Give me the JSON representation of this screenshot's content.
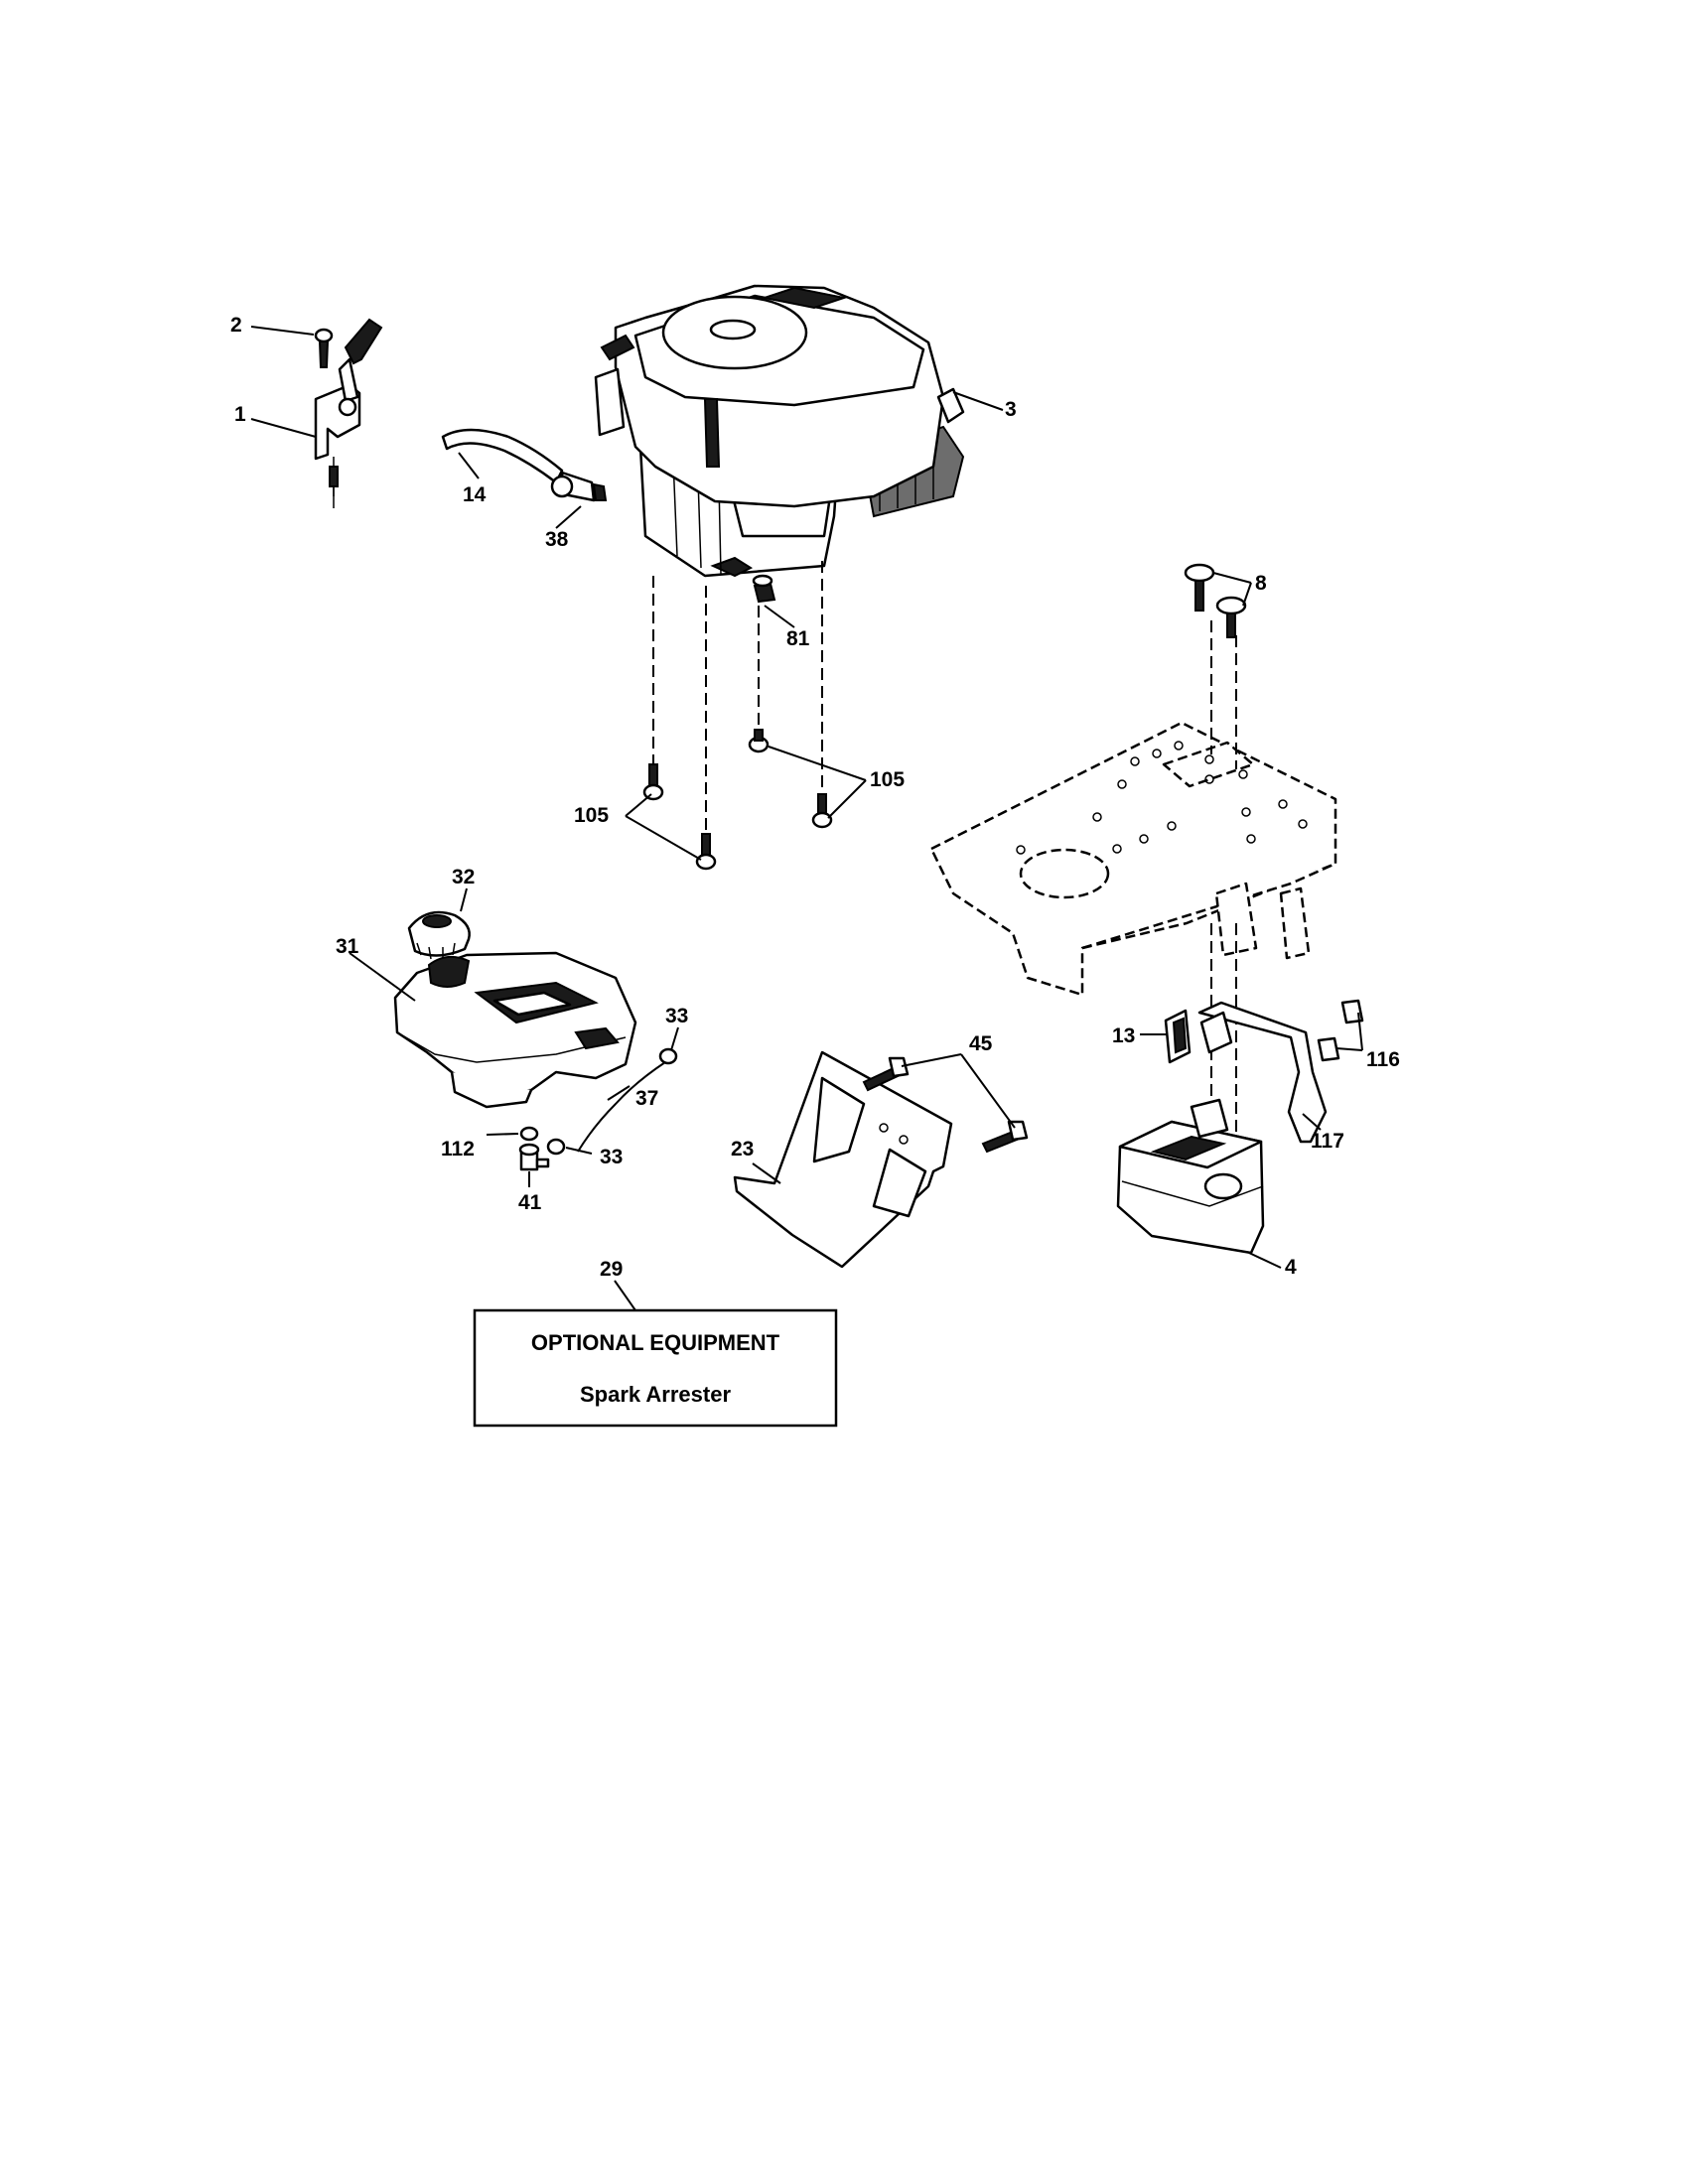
{
  "callouts": {
    "c1": "1",
    "c2": "2",
    "c3": "3",
    "c4": "4",
    "c8": "8",
    "c13": "13",
    "c14": "14",
    "c23": "23",
    "c29": "29",
    "c31": "31",
    "c32": "32",
    "c33a": "33",
    "c33b": "33",
    "c37": "37",
    "c38": "38",
    "c41": "41",
    "c45": "45",
    "c81": "81",
    "c105a": "105",
    "c105b": "105",
    "c112": "112",
    "c116": "116",
    "c117": "117"
  },
  "optional_box": {
    "title": "OPTIONAL EQUIPMENT",
    "item": "Spark Arrester"
  }
}
